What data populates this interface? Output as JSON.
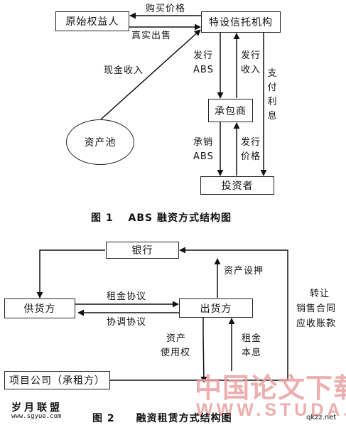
{
  "figure1": {
    "nodes": {
      "originator": "原始权益人",
      "spv": "特设信托机构",
      "underwriter": "承包商",
      "investors": "投资者",
      "asset_pool": "资产池"
    },
    "edges": {
      "purchase_price": "购买价格",
      "true_sale": "真实出售",
      "cash_income": "现金收入",
      "issue_abs": [
        "发行",
        "ABS"
      ],
      "issue_income": [
        "发行",
        "收入"
      ],
      "pay_interest": "支付利息",
      "underwrite_abs": [
        "承销",
        "ABS"
      ],
      "issue_price": [
        "发行",
        "价格"
      ]
    },
    "caption": "图 1　 ABS 融资方式结构图"
  },
  "figure2": {
    "nodes": {
      "bank": "银行",
      "supplier": "供货方",
      "lessor": "出货方",
      "project": "项目公司（承租方）"
    },
    "edges": {
      "asset_mortgage": "资产设押",
      "lease_agreement": "租金协议",
      "coordination_agreement": "协调协议",
      "use_right": [
        "资产",
        "使用权"
      ],
      "rent_interest": [
        "租金",
        "本息"
      ],
      "transfer_receivables": [
        "转让",
        "销售合同",
        "应收账款"
      ]
    },
    "caption": "图 2　　融资租赁方式结构图"
  },
  "watermarks": {
    "left_site_name": "岁月联盟",
    "left_site_url": "www.sgyue.com",
    "right_logo": "中国论文下载",
    "right_url": "WWW.STUDA.",
    "corner_url": "qkzz.net"
  },
  "colors": {
    "ink": "#111111",
    "watermark_red": "#e9a0a0"
  }
}
